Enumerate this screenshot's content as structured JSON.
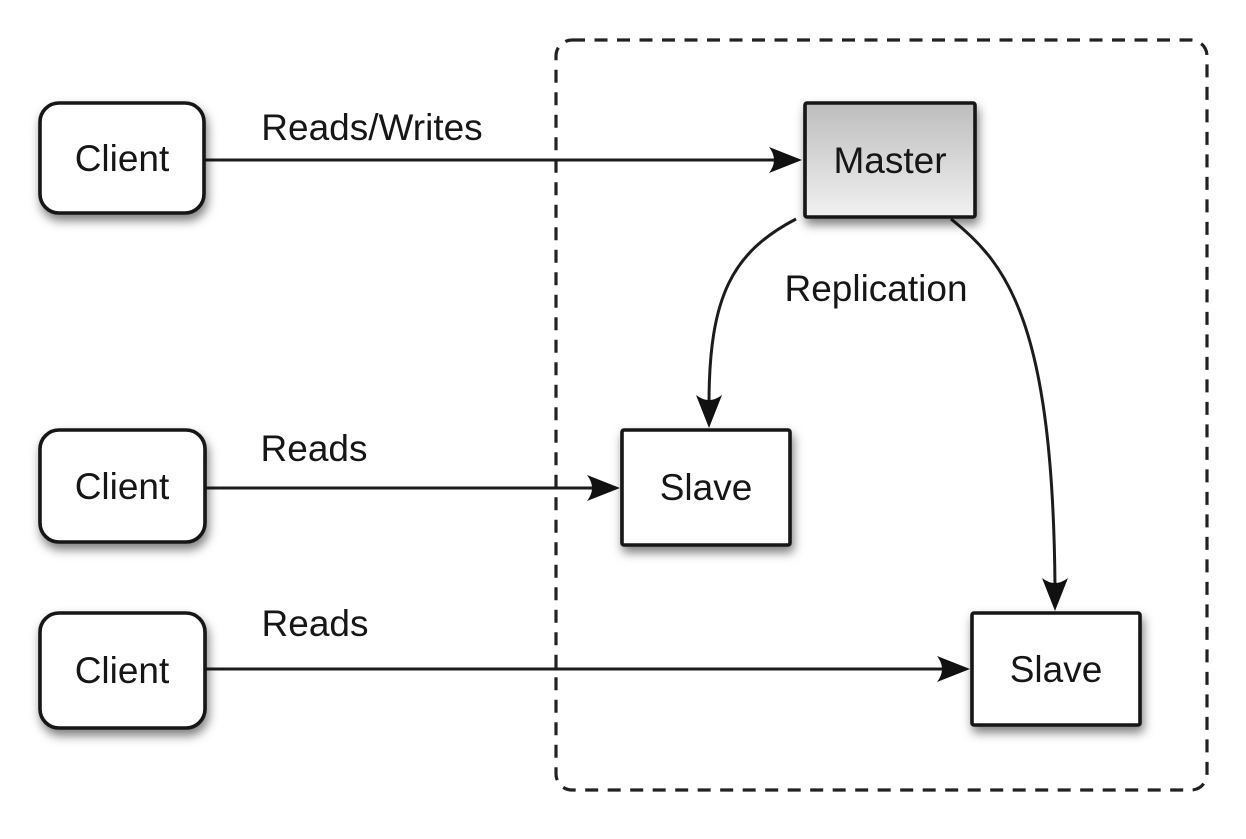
{
  "diagram": {
    "kind": "master-slave-replication-diagram",
    "colors": {
      "background": "#ffffff",
      "line_stroke": "#1c1c1c",
      "box_stroke": "#181818",
      "text": "#161616",
      "node_fill": "#ffffff",
      "master_gradient_top": "#bdbdbd",
      "master_gradient_bottom": "#f1f1f1"
    },
    "nodes": {
      "clients": [
        {
          "label": "Client"
        },
        {
          "label": "Client"
        },
        {
          "label": "Client"
        }
      ],
      "master": {
        "label": "Master"
      },
      "slaves": [
        {
          "label": "Slave"
        },
        {
          "label": "Slave"
        }
      ]
    },
    "edges": {
      "reads_writes": {
        "label": "Reads/Writes",
        "from": "Client",
        "to": "Master"
      },
      "reads_slave1": {
        "label": "Reads",
        "from": "Client",
        "to": "Slave"
      },
      "reads_slave2": {
        "label": "Reads",
        "from": "Client",
        "to": "Slave"
      },
      "replication": {
        "label": "Replication",
        "from": "Master",
        "to": "Slave, Slave"
      }
    }
  }
}
